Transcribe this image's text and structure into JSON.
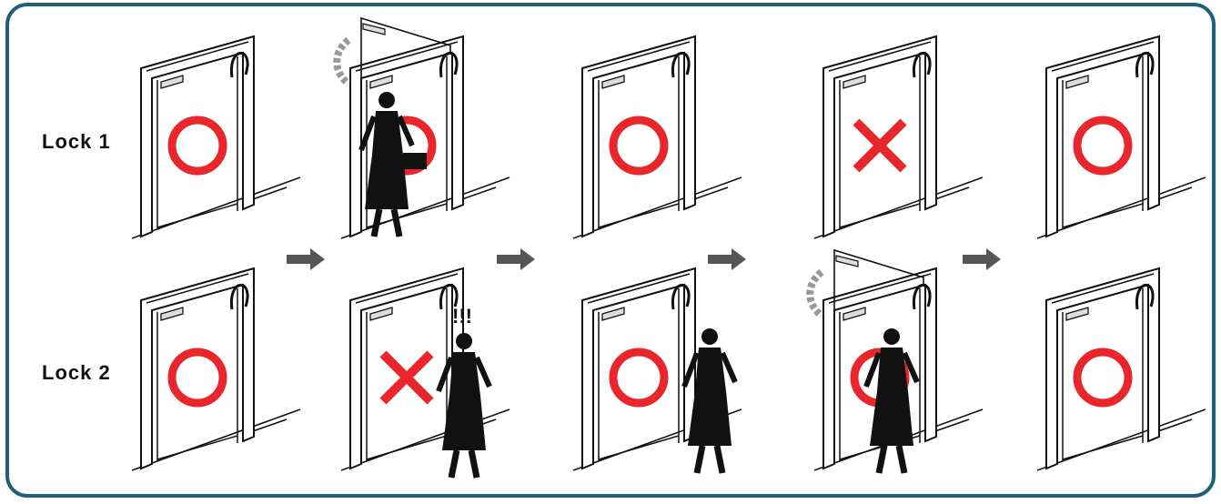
{
  "rows": [
    {
      "label": "Lock 1",
      "states": [
        "open",
        "open",
        "open",
        "locked",
        "open"
      ]
    },
    {
      "label": "Lock 2",
      "states": [
        "open",
        "locked",
        "open",
        "open",
        "open"
      ]
    }
  ],
  "colors": {
    "frame": "#1f5f7a",
    "open_symbol": "#e8262b",
    "locked_symbol": "#e8262b",
    "arrow": "#555555",
    "line": "#111111"
  },
  "icons": {
    "open": "circle-icon",
    "locked": "x-icon",
    "arrow": "right-arrow-icon"
  }
}
